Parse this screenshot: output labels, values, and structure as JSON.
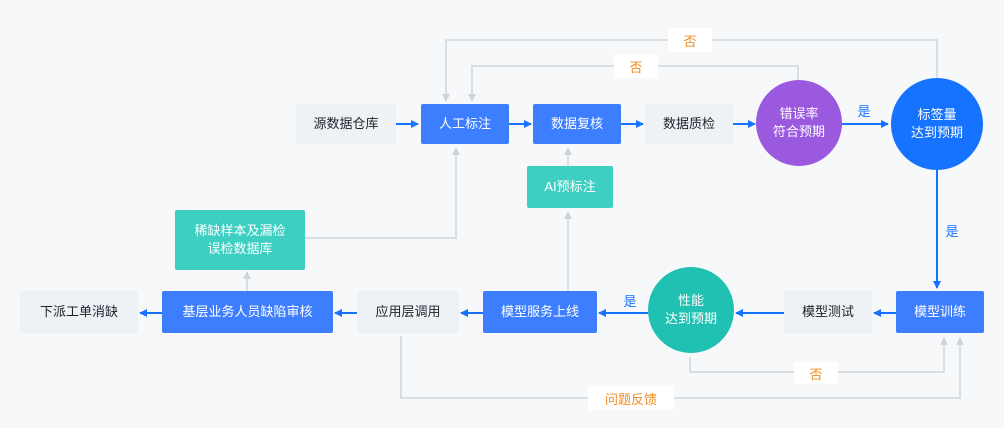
{
  "nodes": {
    "source_db": "源数据仓库",
    "manual_label": "人工标注",
    "data_review": "数据复核",
    "data_qc": "数据质检",
    "error_rate": [
      "错误率",
      "符合预期"
    ],
    "label_volume": [
      "标签量",
      "达到预期"
    ],
    "ai_prelabel": "AI预标注",
    "scarce_db": [
      "稀缺样本及漏检",
      "误检数据库"
    ],
    "model_train": "模型训练",
    "model_test": "模型测试",
    "performance": [
      "性能",
      "达到预期"
    ],
    "model_deploy": "模型服务上线",
    "app_call": "应用层调用",
    "grassroots_audit": "基层业务人员缺陷审核",
    "dispatch": "下派工单消缺"
  },
  "labels": {
    "no_top": "否",
    "no_second": "否",
    "yes_volume": "是",
    "yes_train": "是",
    "yes_deploy": "是",
    "no_bottom": "否",
    "feedback": "问题反馈"
  },
  "colors": {
    "blue_box": "#3d7eff",
    "light_box": "#eef1f6",
    "teal_box": "#3ccfc2",
    "purple_circle": "#9b59e0",
    "blue_circle": "#1673ff",
    "teal_circle": "#20c0b2",
    "arrow_blue": "#1673ff",
    "line_gray": "#cfd4dc",
    "label_orange": "#f08c1e"
  }
}
